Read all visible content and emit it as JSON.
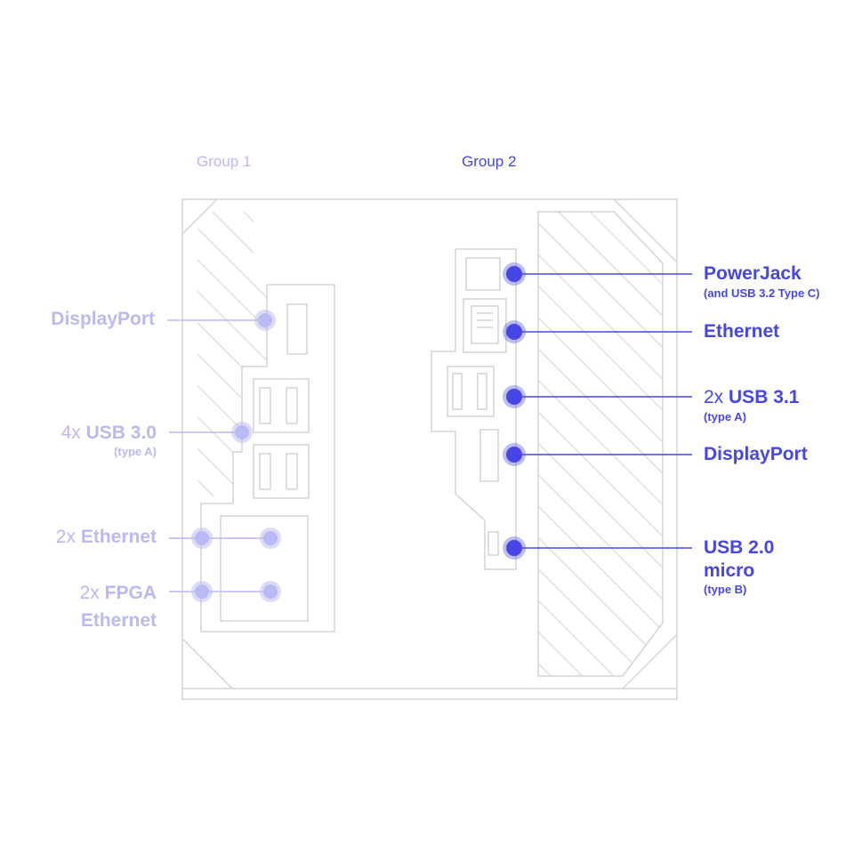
{
  "groups": {
    "group1": {
      "label": "Group 1",
      "color": "#b9b9f3"
    },
    "group2": {
      "label": "Group 2",
      "color": "#4646e6"
    }
  },
  "left_ports": [
    {
      "prefix": "",
      "name": "DisplayPort",
      "sub": ""
    },
    {
      "prefix": "4x ",
      "name": "USB 3.0",
      "sub": "(type A)"
    },
    {
      "prefix": "2x ",
      "name": "Ethernet",
      "sub": ""
    },
    {
      "prefix": "2x ",
      "name": "FPGA",
      "name2": "Ethernet",
      "sub": ""
    }
  ],
  "right_ports": [
    {
      "prefix": "",
      "name": "PowerJack",
      "sub": "(and USB 3.2 Type C)"
    },
    {
      "prefix": "",
      "name": "Ethernet",
      "sub": ""
    },
    {
      "prefix": "2x ",
      "name": "USB 3.1",
      "sub": "(type A)"
    },
    {
      "prefix": "",
      "name": "DisplayPort",
      "sub": ""
    },
    {
      "prefix": "",
      "name": "USB 2.0",
      "name2": "micro",
      "sub": "(type B)"
    }
  ],
  "colors": {
    "outline": "#d4d4d4",
    "group1": "#b9b9f3",
    "group2": "#4646e6"
  }
}
